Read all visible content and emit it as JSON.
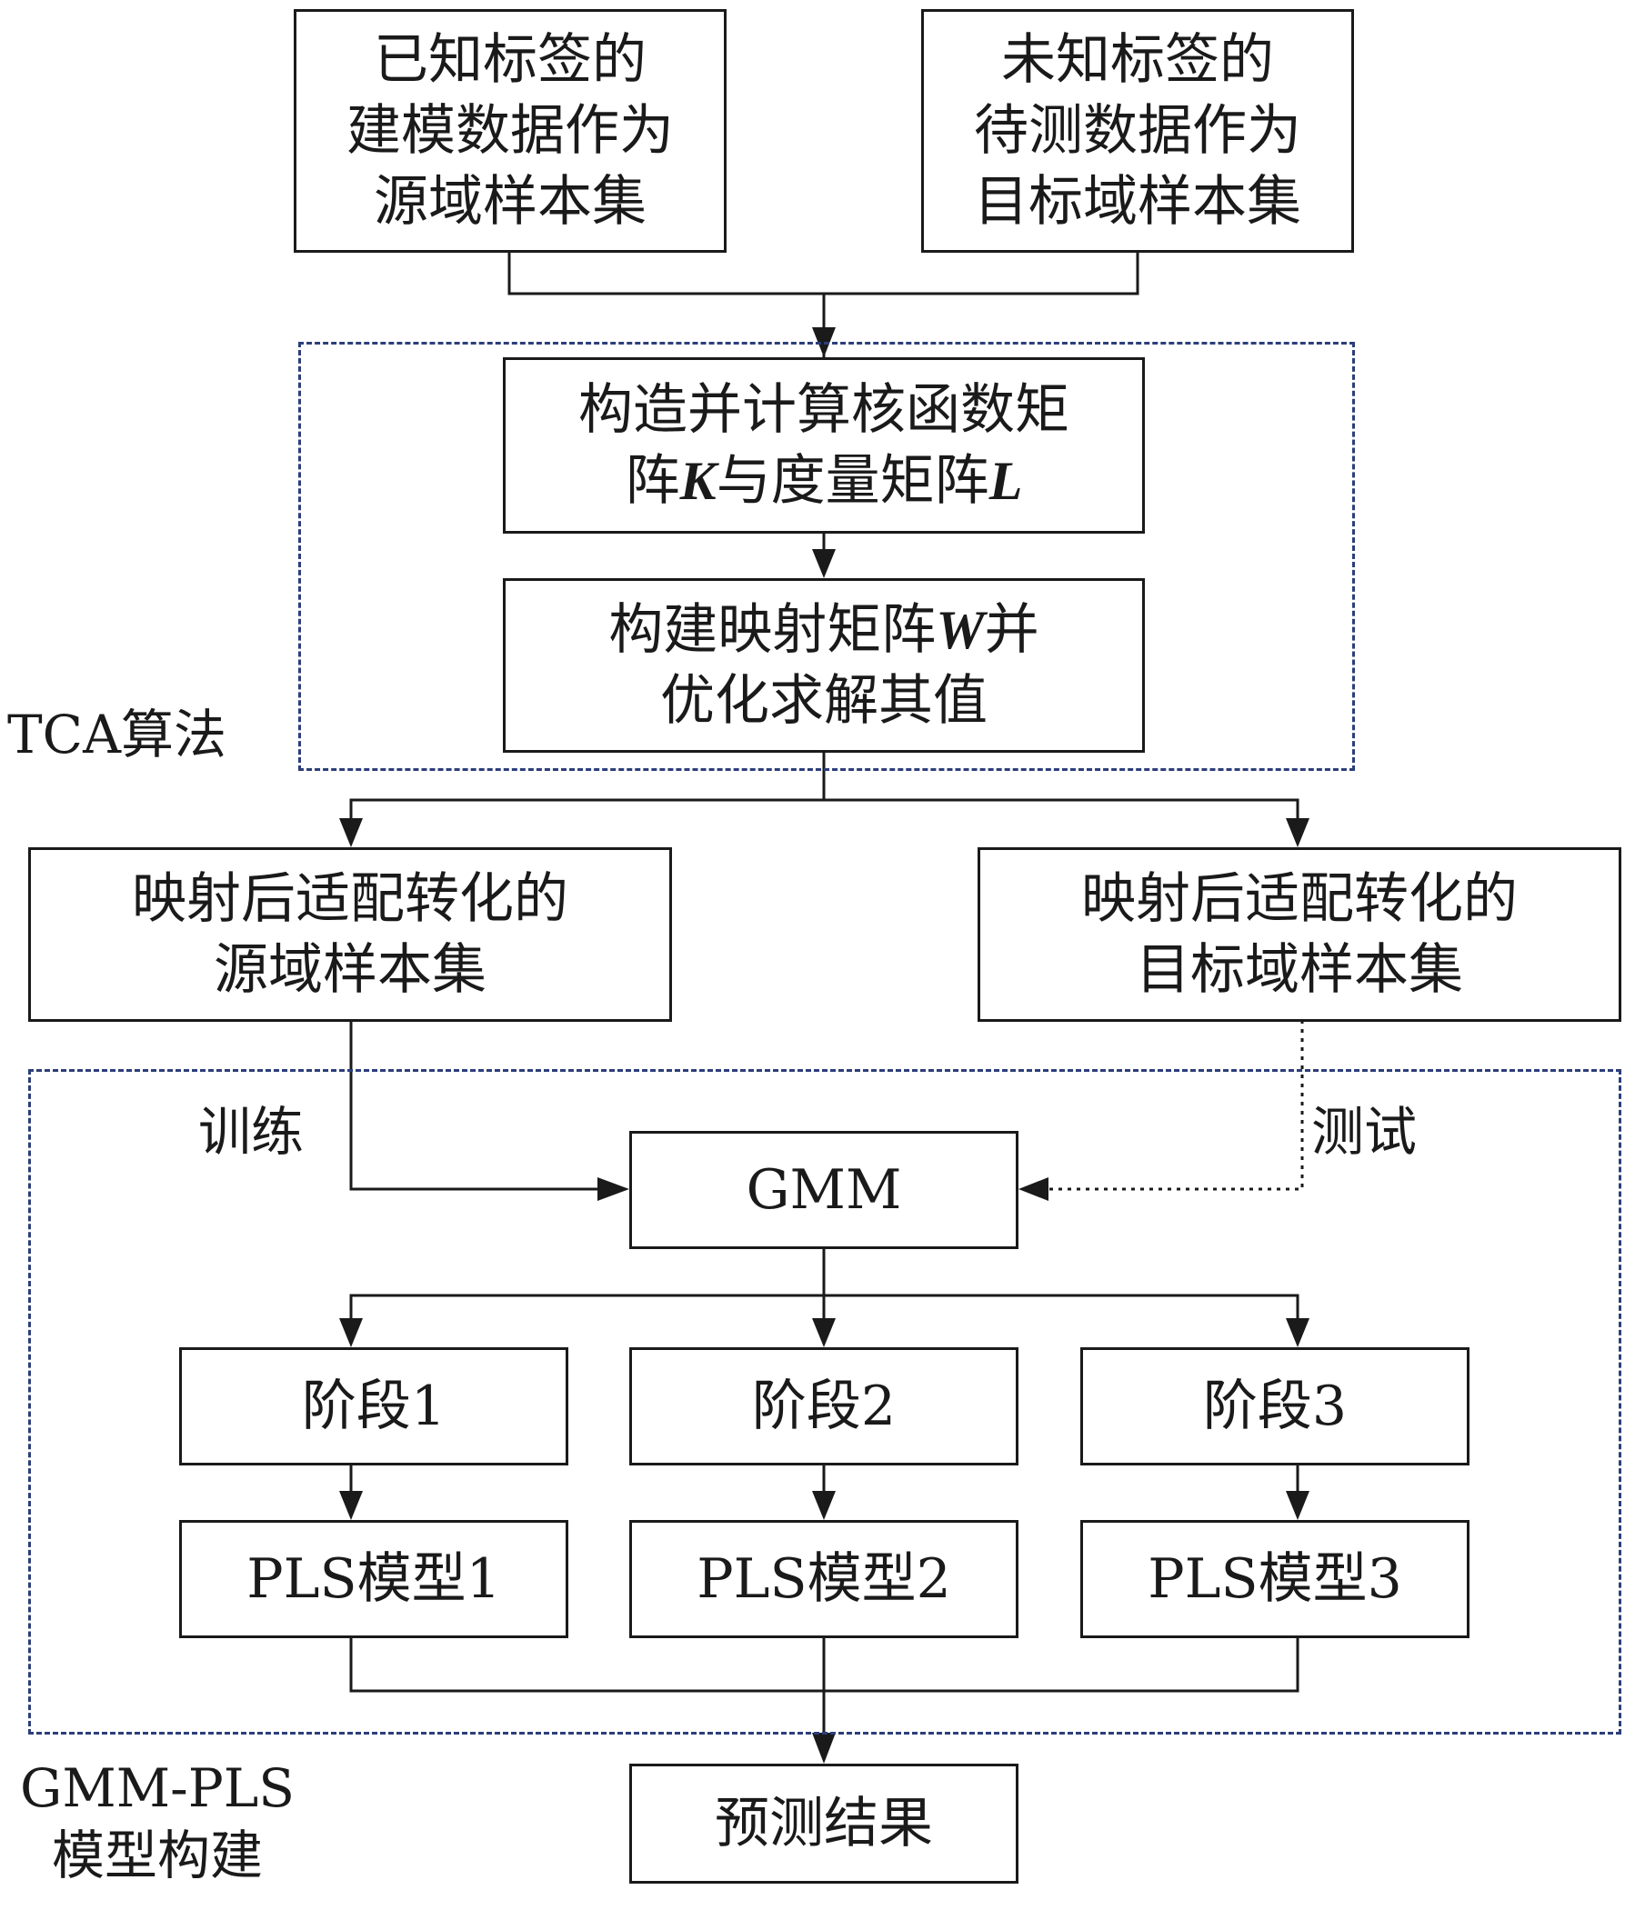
{
  "nodes": {
    "source_data": {
      "lines": [
        "已知标签的",
        "建模数据作为",
        "源域样本集"
      ]
    },
    "target_data": {
      "lines": [
        "未知标签的",
        "待测数据作为",
        "目标域样本集"
      ]
    },
    "kernel": {
      "line1": "构造并计算核函数矩",
      "line2_a": "阵",
      "line2_K": "K",
      "line2_b": "与度量矩阵",
      "line2_L": "L"
    },
    "mapping": {
      "line1_a": "构建映射矩阵",
      "line1_W": "W",
      "line1_b": "并",
      "line2": "优化求解其值"
    },
    "mapped_source": {
      "lines": [
        "映射后适配转化的",
        "源域样本集"
      ]
    },
    "mapped_target": {
      "lines": [
        "映射后适配转化的",
        "目标域样本集"
      ]
    },
    "gmm": {
      "label": "GMM"
    },
    "stages": [
      "阶段1",
      "阶段2",
      "阶段3"
    ],
    "pls_models": [
      "PLS模型1",
      "PLS模型2",
      "PLS模型3"
    ],
    "result": {
      "label": "预测结果"
    }
  },
  "groups": {
    "tca": {
      "label": "TCA算法"
    },
    "gmm_pls": {
      "label_line1": "GMM-PLS",
      "label_line2": "模型构建"
    }
  },
  "edge_labels": {
    "train": "训练",
    "test": "测试"
  },
  "colors": {
    "line": "#1a1a1a",
    "group_border": "#2c3e7a"
  }
}
